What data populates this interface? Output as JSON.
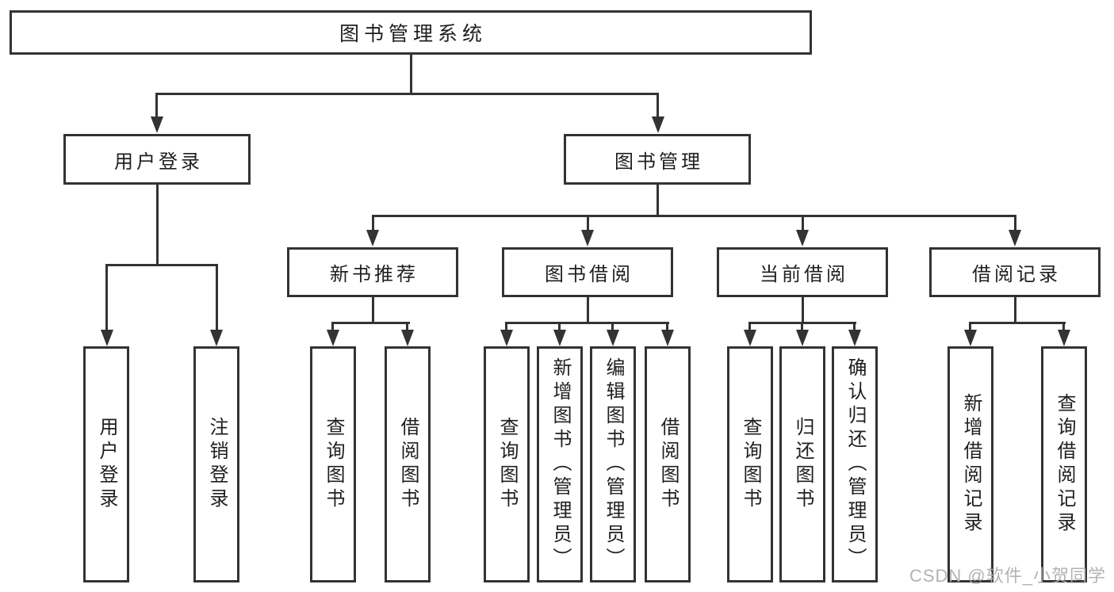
{
  "diagram_title": "图书管理系统",
  "colors": {
    "line": "#333333",
    "text": "#1f1f1f",
    "background": "#ffffff",
    "watermark": "#acacac"
  },
  "tree": {
    "root": {
      "label": "图书管理系统",
      "children": [
        {
          "label": "用户登录",
          "children": [
            {
              "label": "用户登录"
            },
            {
              "label": "注销登录"
            }
          ]
        },
        {
          "label": "图书管理",
          "children": [
            {
              "label": "新书推荐",
              "children": [
                {
                  "label": "查询图书"
                },
                {
                  "label": "借阅图书"
                }
              ]
            },
            {
              "label": "图书借阅",
              "children": [
                {
                  "label": "查询图书"
                },
                {
                  "label": "新增图书（管理员）"
                },
                {
                  "label": "编辑图书（管理员）"
                },
                {
                  "label": "借阅图书"
                }
              ]
            },
            {
              "label": "当前借阅",
              "children": [
                {
                  "label": "查询图书"
                },
                {
                  "label": "归还图书"
                },
                {
                  "label": "确认归还（管理员）"
                }
              ]
            },
            {
              "label": "借阅记录",
              "children": [
                {
                  "label": "新增借阅记录"
                },
                {
                  "label": "查询借阅记录"
                }
              ]
            }
          ]
        }
      ]
    }
  },
  "watermark": {
    "text": "CSDN @软件_小贺同学"
  }
}
